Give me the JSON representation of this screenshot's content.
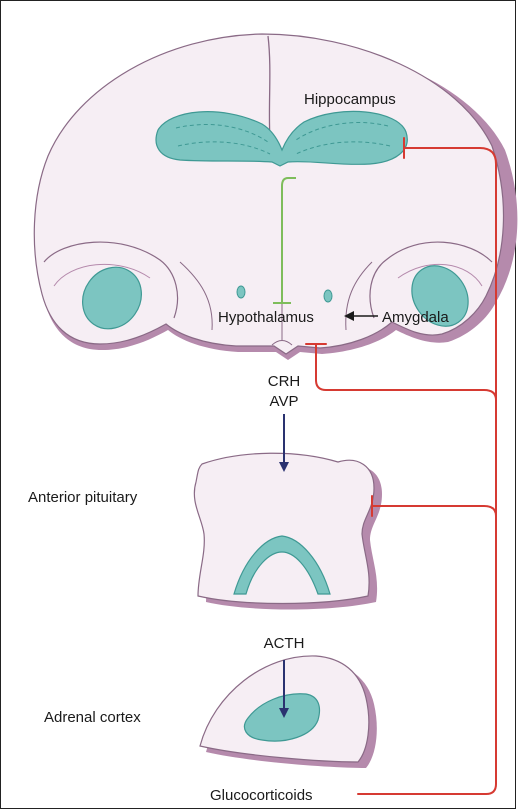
{
  "labels": {
    "hippocampus": "Hippocampus",
    "hypothalamus": "Hypothalamus",
    "amygdala": "Amygdala",
    "crh": "CRH",
    "avp": "AVP",
    "anterior_pituitary": "Anterior pituitary",
    "acth": "ACTH",
    "adrenal_cortex": "Adrenal cortex",
    "glucocorticoids": "Glucocorticoids"
  },
  "colors": {
    "tissue_fill": "#f6eef4",
    "tissue_edge": "#b58aac",
    "teal": "#7cc5c1",
    "teal_edge": "#3f9994",
    "inhibition_red": "#d63a32",
    "green_inhibition": "#7ebd5b",
    "arrow_navy": "#2a3270"
  }
}
